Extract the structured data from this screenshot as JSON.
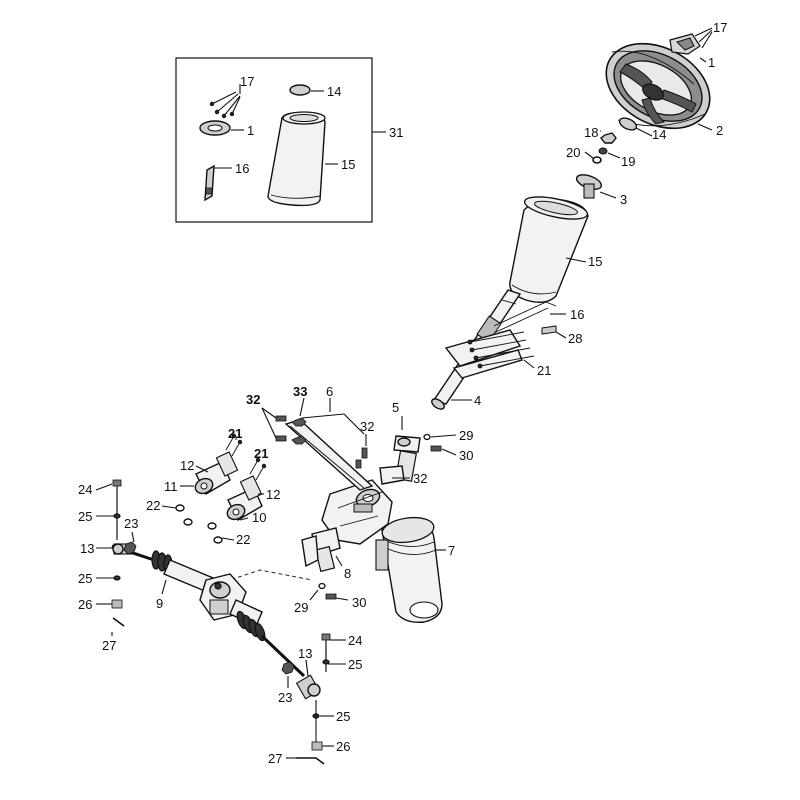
{
  "inset_group_label": "31",
  "labels": {
    "1": "1",
    "2": "2",
    "3": "3",
    "4": "4",
    "5": "5",
    "6": "6",
    "7": "7",
    "8": "8",
    "9": "9",
    "10": "10",
    "11": "11",
    "12": "12",
    "13": "13",
    "14": "14",
    "15": "15",
    "16": "16",
    "17": "17",
    "18": "18",
    "19": "19",
    "20": "20",
    "21": "21",
    "22": "22",
    "23": "23",
    "24": "24",
    "25": "25",
    "26": "26",
    "27": "27",
    "28": "28",
    "29": "29",
    "30": "30",
    "32": "32",
    "33": "33"
  },
  "parts": {
    "1": "steering-cover-emblem",
    "2": "steering-wheel",
    "3": "steering-hub-adapter",
    "4": "steering-column-shaft",
    "5": "universal-joint-upper",
    "6": "mounting-bracket",
    "7": "electric-power-steering-motor",
    "8": "universal-joint-lower",
    "9": "steering-rack",
    "10": "rack-mount-clamp-right",
    "11": "rack-mount-clamp-left",
    "12": "clamp-bracket",
    "13": "tie-rod-end",
    "14": "center-cap",
    "15": "column-boot",
    "16": "boot-strap",
    "17": "cap-screw",
    "18": "nut",
    "19": "washer",
    "20": "o-ring",
    "21": "bolt",
    "22": "washer",
    "23": "jam-nut",
    "24": "bolt",
    "25": "washer",
    "26": "castle-nut",
    "27": "cotter-pin",
    "28": "clip",
    "29": "washer",
    "30": "bolt",
    "31": "boot-kit",
    "32": "bolt",
    "33": "nut"
  }
}
